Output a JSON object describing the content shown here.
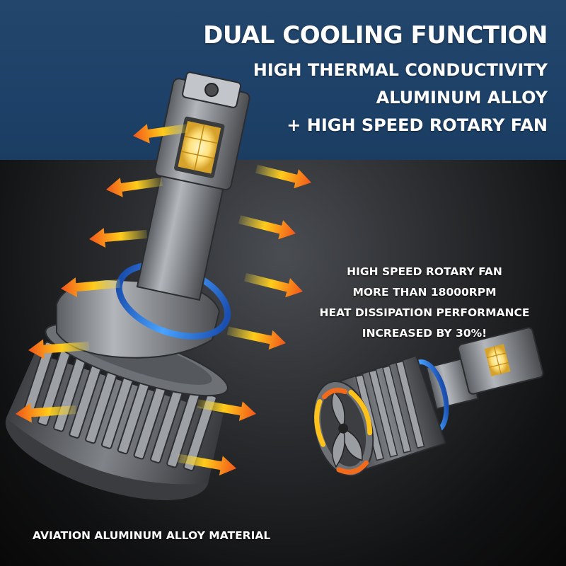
{
  "header": {
    "title": "DUAL COOLING FUNCTION",
    "line1": "HIGH THERMAL CONDUCTIVITY",
    "line2": "ALUMINUM ALLOY",
    "line3": "+ HIGH SPEED ROTARY FAN"
  },
  "fan_info": {
    "line1": "HIGH SPEED ROTARY FAN",
    "line2": "MORE THAN 18000RPM",
    "line3": "HEAT DISSIPATION PERFORMANCE",
    "line4": "INCREASED BY 30%!"
  },
  "caption": "AVIATION ALUMINUM ALLOY MATERIAL",
  "colors": {
    "banner": "#1d4168",
    "arrow_orange": "#f26a1b",
    "arrow_yellow": "#ffd21c",
    "ring_blue": "#2a7fe0",
    "bulb_body": "#8b8e92",
    "led_chip": "#ffe88a"
  }
}
